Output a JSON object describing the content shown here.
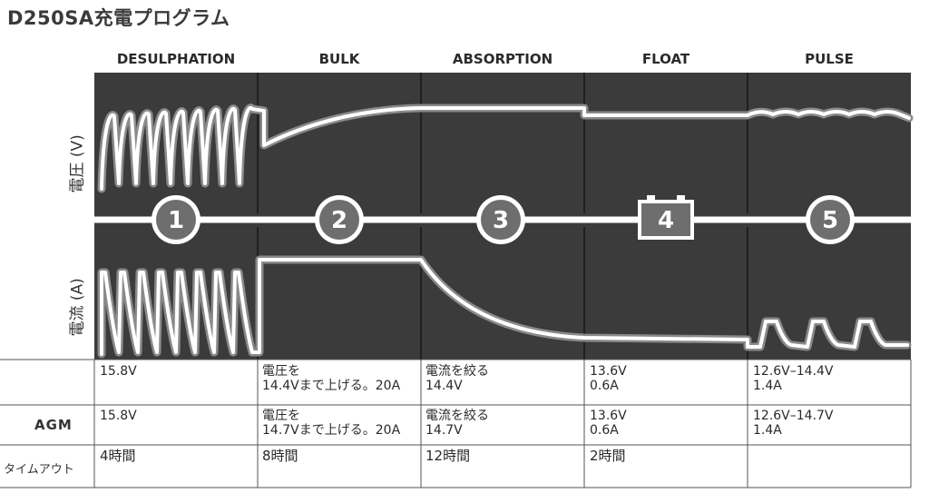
{
  "title": "D250SA充電プログラム",
  "phases": [
    {
      "name": "DESULPHATION",
      "number": "1"
    },
    {
      "name": "BULK",
      "number": "2"
    },
    {
      "name": "ABSORPTION",
      "number": "3"
    },
    {
      "name": "FLOAT",
      "number": "4"
    },
    {
      "name": "PULSE",
      "number": "5"
    }
  ],
  "axis_labels": {
    "voltage": "電圧 (V)",
    "current": "電流 (A)"
  },
  "table": {
    "row_headers": [
      "",
      "AGM",
      "タイムアウト"
    ],
    "rows": [
      [
        "15.8V",
        "電圧を\n14.4Vまで上げる。20A",
        "電流を絞る\n14.4V",
        "13.6V\n0.6A",
        "12.6V–14.4V\n1.4A"
      ],
      [
        "15.8V",
        "電圧を\n14.7Vまで上げる。20A",
        "電流を絞る\n14.7V",
        "13.6V\n0.6A",
        "12.6V–14.7V\n1.4A"
      ],
      [
        "4時間",
        "8時間",
        "12時間",
        "2時間",
        ""
      ]
    ]
  },
  "colors": {
    "panel": "#3b3b3b",
    "panel_alt": "#2f2f2f",
    "circle": "#6e6e6e",
    "line": "#ffffff"
  }
}
